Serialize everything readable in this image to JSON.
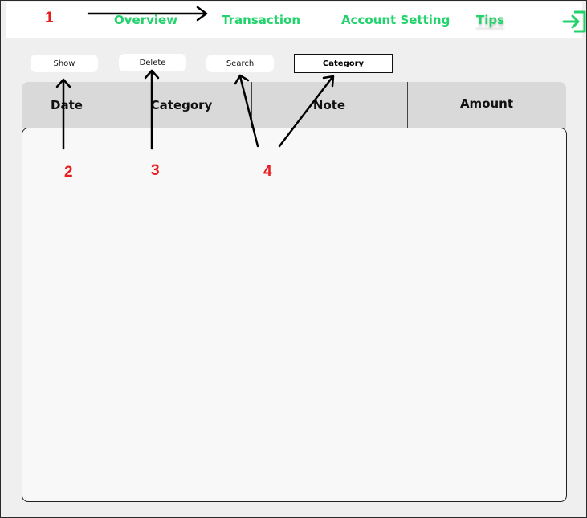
{
  "nav": {
    "overview": "Overview",
    "transaction": "Transaction",
    "account_setting": "Account Setting",
    "tips": "Tips",
    "logout_icon": "logout-icon"
  },
  "toolbar": {
    "show_label": "Show",
    "delete_label": "Delete",
    "search_label": "Search",
    "category_select_value": "Category"
  },
  "table": {
    "columns": [
      "Date",
      "Category",
      "Note",
      "Amount"
    ],
    "rows": []
  },
  "annotations": {
    "labels": [
      "1",
      "2",
      "3",
      "4"
    ]
  },
  "colors": {
    "accent": "#22d36b",
    "annotation": "#e81c1c",
    "header_bg": "#d9d9d9"
  }
}
